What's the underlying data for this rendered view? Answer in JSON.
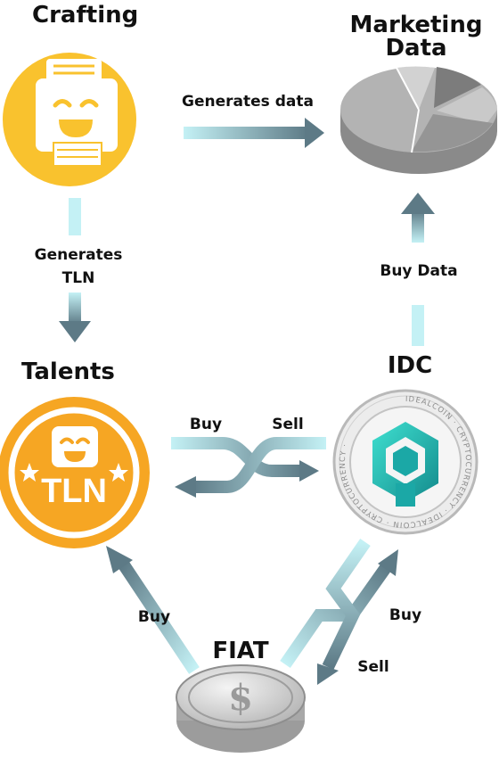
{
  "nodes": {
    "crafting": {
      "title": "Crafting"
    },
    "marketing": {
      "title_line1": "Marketing",
      "title_line2": "Data"
    },
    "talents": {
      "title": "Talents",
      "coin_text": "TLN"
    },
    "idc": {
      "title": "IDC",
      "ring_text": "IDEALCOIN · CRYPTOCURRENCY · IDEALCOIN · CRYPTOCURRENCY · "
    },
    "fiat": {
      "title": "FIAT"
    }
  },
  "edges": {
    "generates_data": "Generates data",
    "generates_tln_line1": "Generates",
    "generates_tln_line2": "TLN",
    "buy_data": "Buy Data",
    "swap_buy": "Buy",
    "swap_sell": "Sell",
    "fiat_buy_tln": "Buy",
    "fiat_buy_idc": "Buy",
    "idc_sell_fiat": "Sell"
  },
  "colors": {
    "yellow": "#f9c22e",
    "orange": "#f6a623",
    "arrow_dark": "#5d7a86",
    "arrow_light": "#c4f1f5",
    "teal": "#1ba8a6"
  }
}
